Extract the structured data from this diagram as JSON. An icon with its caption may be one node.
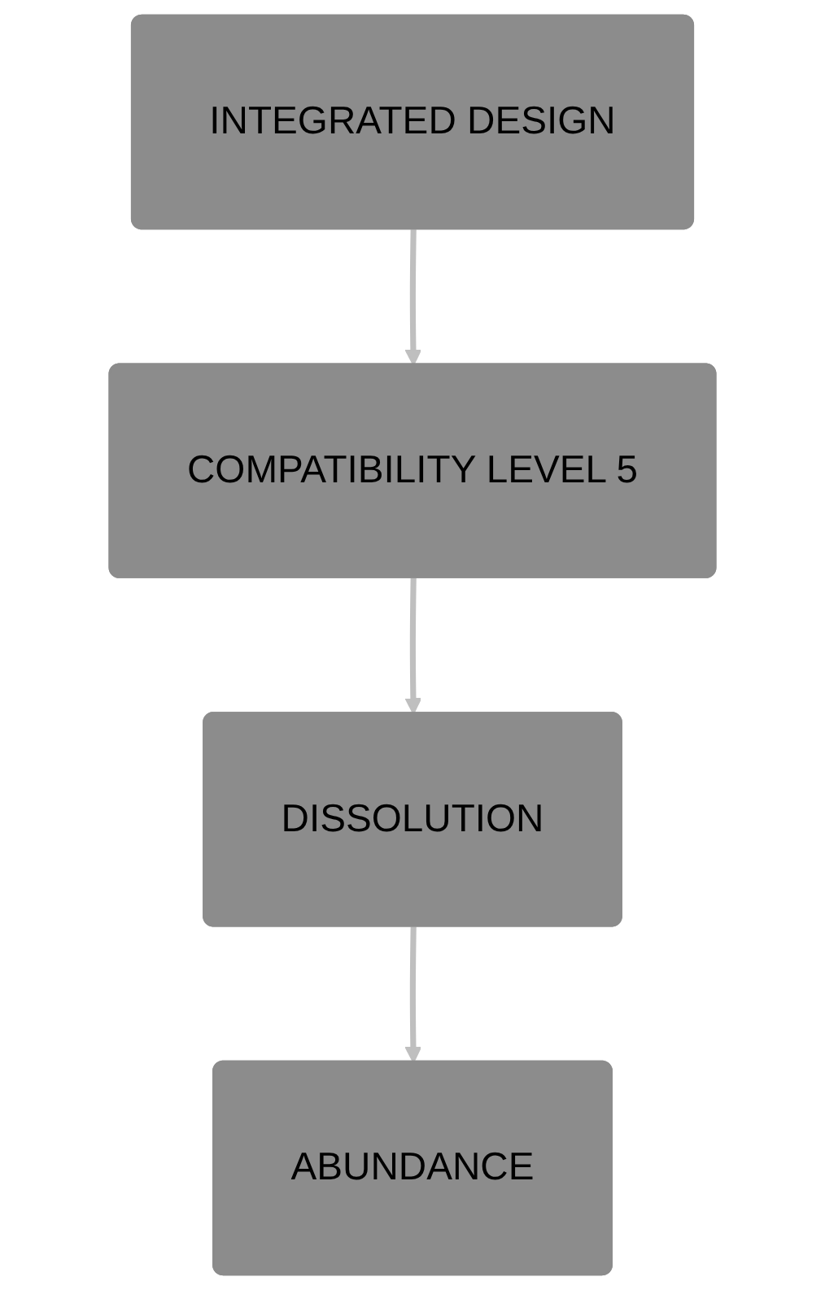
{
  "diagram": {
    "nodes": [
      {
        "text": [
          "INTEGRATED DESIGN"
        ]
      },
      {
        "text": [
          "COMPATIBILITY LEVEL 5"
        ]
      },
      {
        "text": [
          "DISSOLUTION"
        ]
      },
      {
        "text": [
          "ABUNDANCE"
        ]
      }
    ],
    "edges": [
      {
        "from": 0,
        "to": 1,
        "arrow": "to"
      },
      {
        "from": 1,
        "to": 2,
        "arrow": "to"
      },
      {
        "from": 2,
        "to": 3,
        "arrow": "to"
      }
    ]
  }
}
